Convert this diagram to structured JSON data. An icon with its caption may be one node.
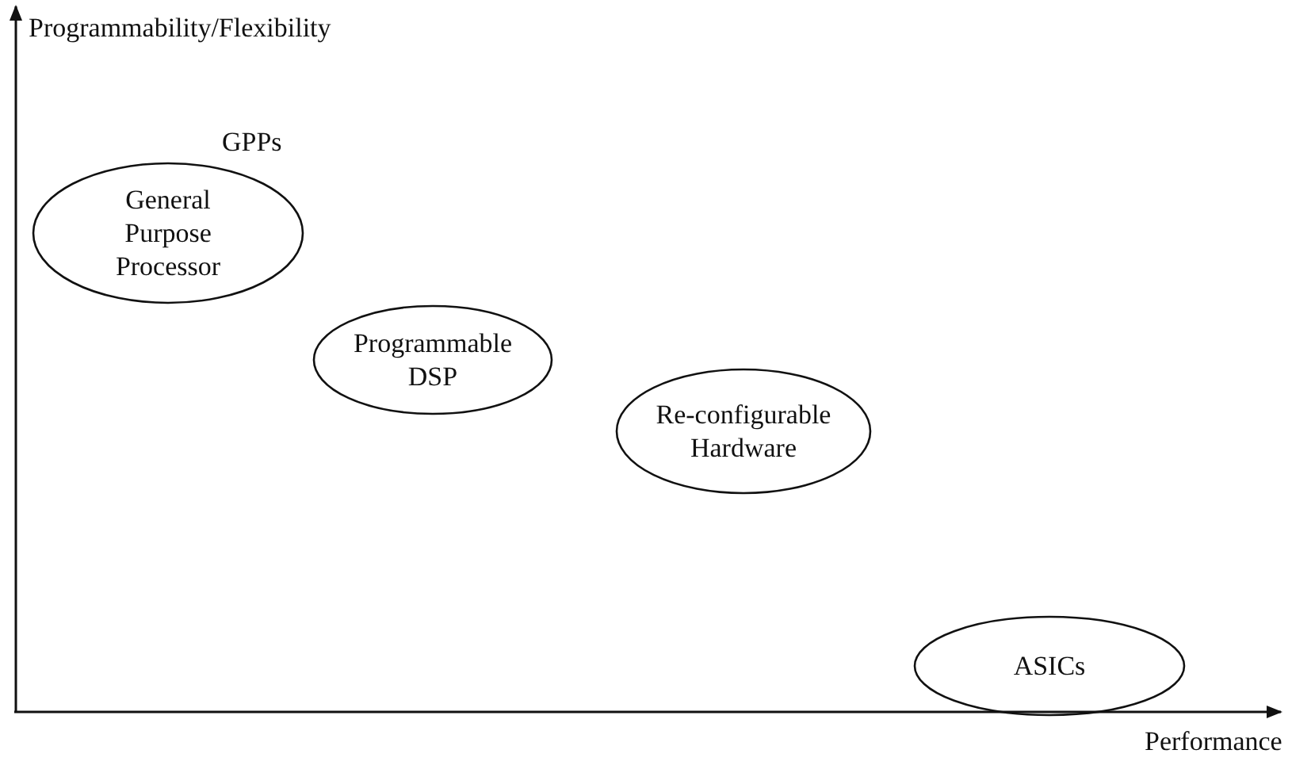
{
  "diagram": {
    "nodes": [
      {
        "text": [
          "General Purpose Processor"
        ],
        "beside": [
          "GPPs"
        ]
      },
      {
        "text": [
          "Programmable DSP"
        ]
      },
      {
        "text": [
          "Re-configurable Hardware"
        ]
      },
      {
        "text": [
          "ASICs"
        ]
      }
    ],
    "labels": [
      "Programmability/Flexibility",
      "Performance"
    ]
  }
}
